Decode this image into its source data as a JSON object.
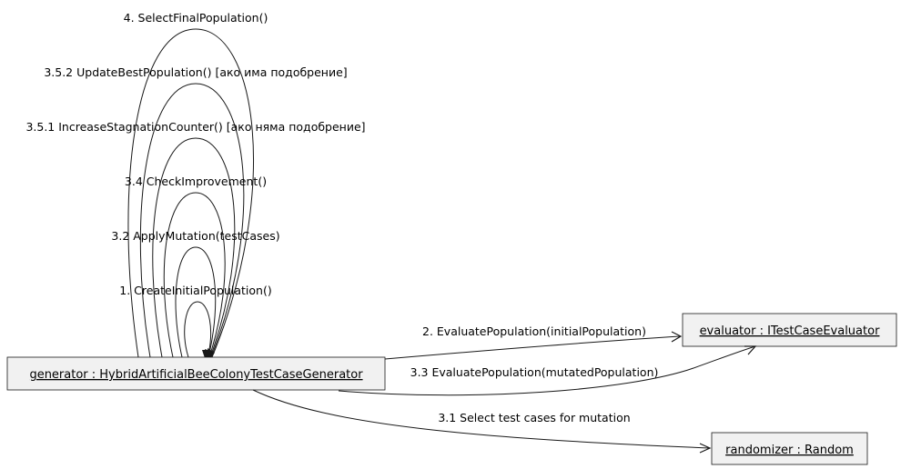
{
  "objects": {
    "generator": "generator : HybridArtificialBeeColonyTestCaseGenerator",
    "evaluator": "evaluator : ITestCaseEvaluator",
    "randomizer": "randomizer : Random"
  },
  "self_messages": [
    "1. CreateInitialPopulation()",
    "3.2 ApplyMutation(testCases)",
    "3.4 CheckImprovement()",
    "3.5.1 IncreaseStagnationCounter() [ако няма подобрение]",
    "3.5.2 UpdateBestPopulation() [ако има подобрение]",
    "4. SelectFinalPopulation()"
  ],
  "messages": {
    "evaluate_initial": "2. EvaluatePopulation(initialPopulation)",
    "evaluate_mutated": "3.3 EvaluatePopulation(mutatedPopulation)",
    "select_mutation": "3.1 Select test cases for mutation"
  }
}
